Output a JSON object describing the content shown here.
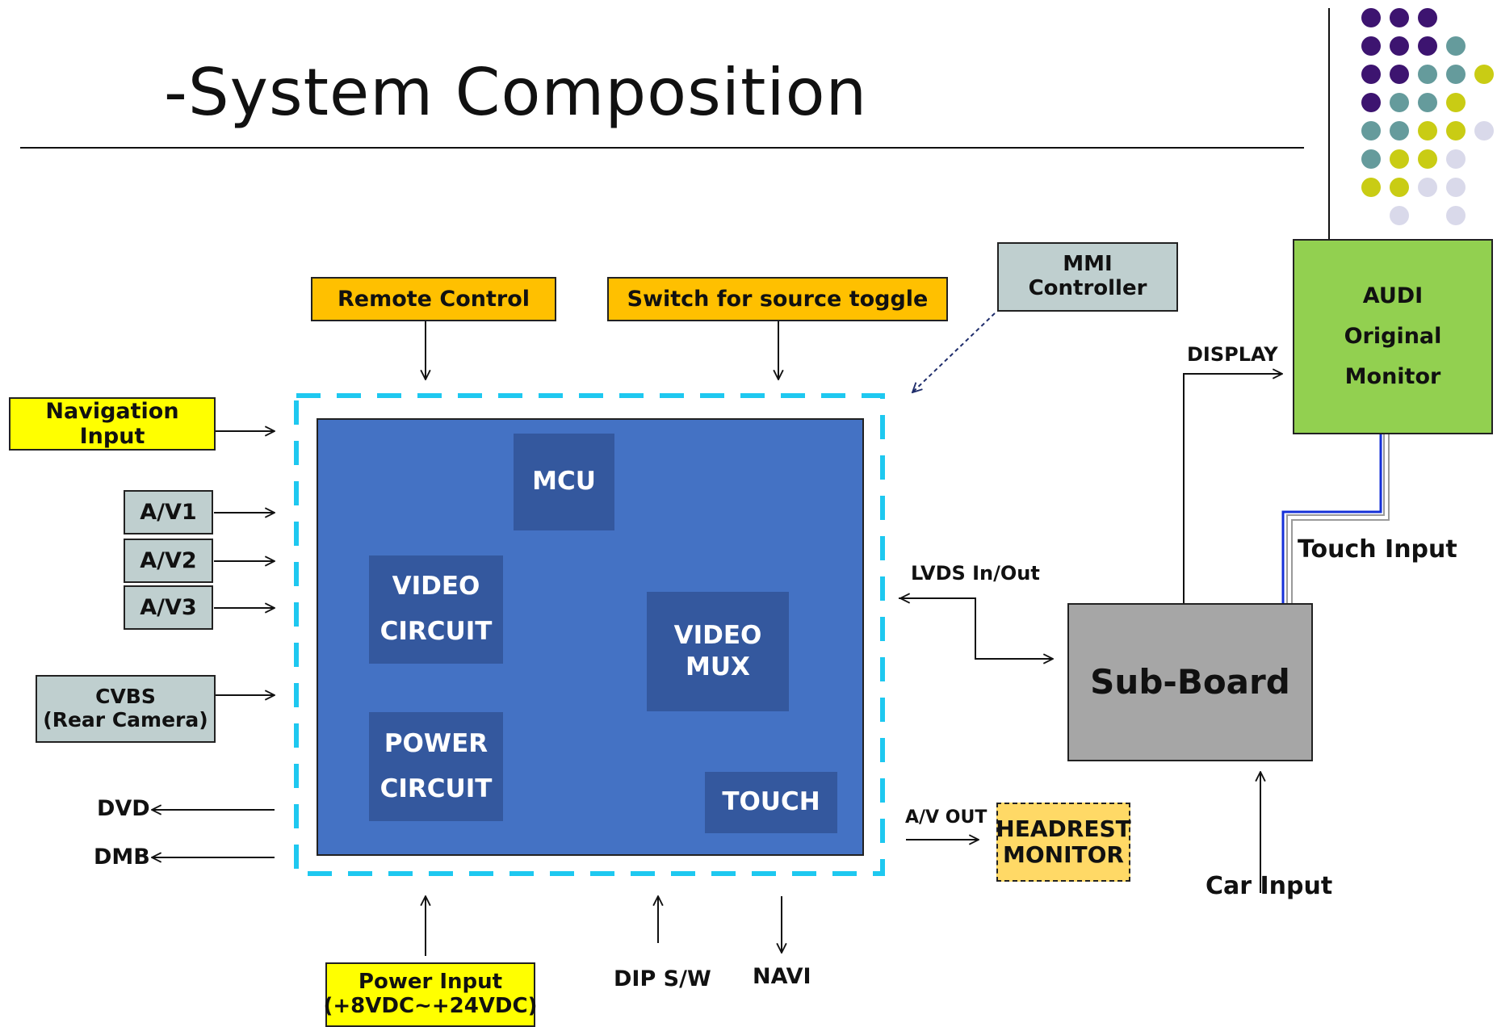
{
  "title": "-System Composition",
  "top_inputs": {
    "remote_control": "Remote Control",
    "switch_toggle": "Switch for source toggle",
    "mmi_controller_line1": "MMI",
    "mmi_controller_line2": "Controller"
  },
  "left_inputs": {
    "navigation": "Navigation Input",
    "av1": "A/V1",
    "av2": "A/V2",
    "av3": "A/V3",
    "cvbs_line1": "CVBS",
    "cvbs_line2": "(Rear Camera)"
  },
  "left_outputs": {
    "dvd": "DVD",
    "dmb": "DMB"
  },
  "main_board": {
    "mcu": "MCU",
    "video_circuit_line1": "VIDEO",
    "video_circuit_line2": "CIRCUIT",
    "video_mux_line1": "VIDEO",
    "video_mux_line2": "MUX",
    "power_circuit_line1": "POWER",
    "power_circuit_line2": "CIRCUIT",
    "touch": "TOUCH"
  },
  "bottom": {
    "power_input_line1": "Power Input",
    "power_input_line2": "(+8VDC~+24VDC)",
    "dip_sw": "DIP S/W",
    "navi": "NAVI"
  },
  "right_side": {
    "lvds": "LVDS In/Out",
    "av_out": "A/V OUT",
    "headrest_line1": "HEADREST",
    "headrest_line2": "MONITOR",
    "sub_board": "Sub-Board",
    "display": "DISPLAY",
    "audi_line1": "AUDI",
    "audi_line2": "Original Monitor",
    "touch_input": "Touch Input",
    "car_input": "Car Input"
  },
  "colors": {
    "orange": "#ffc000",
    "yellow": "#ffff00",
    "grayblue": "#bfcfcf",
    "board_blue": "#4472c4",
    "inner_blue": "#34589e",
    "dashed_cyan": "#1ec8f0",
    "green": "#92d050",
    "sub_board_gray": "#a6a6a6",
    "headrest": "#ffd966",
    "purple_dot": "#3d1470",
    "teal_dot": "#659b9c",
    "lime_dot": "#c9cc14",
    "lavender_dot": "#d9d9ea"
  }
}
